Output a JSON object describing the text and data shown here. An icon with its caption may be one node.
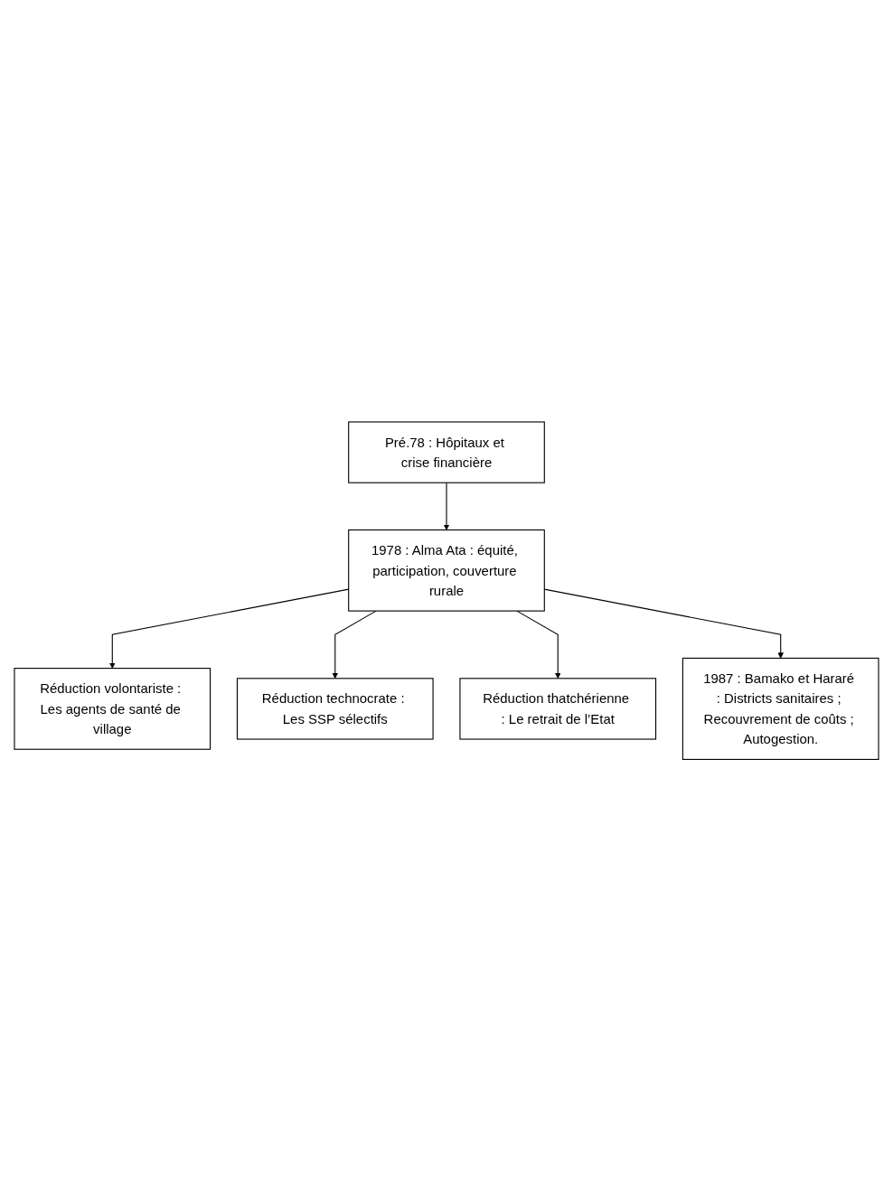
{
  "diagram": {
    "nodes": [
      {
        "text": [
          "Pré.78 : Hôpitaux et crise financière"
        ]
      },
      {
        "text": [
          "1978 : Alma Ata : équité, participation, couverture rurale"
        ]
      },
      {
        "text": [
          "Réduction volontariste : Les agents de santé de village"
        ]
      },
      {
        "text": [
          "Réduction technocrate : Les SSP sélectifs"
        ]
      },
      {
        "text": [
          "Réduction thatchérienne : Le retrait de l’Etat"
        ]
      },
      {
        "text": [
          "1987 : Bamako et Hararé : Districts sanitaires ; Recouvrement de coûts ; Autogestion."
        ]
      }
    ],
    "edges": [
      {
        "from": 0,
        "to": 1,
        "arrow": "to"
      },
      {
        "from": 1,
        "to": 2,
        "arrow": "to"
      },
      {
        "from": 1,
        "to": 3,
        "arrow": "to"
      },
      {
        "from": 1,
        "to": 4,
        "arrow": "to"
      },
      {
        "from": 1,
        "to": 5,
        "arrow": "to"
      }
    ]
  }
}
